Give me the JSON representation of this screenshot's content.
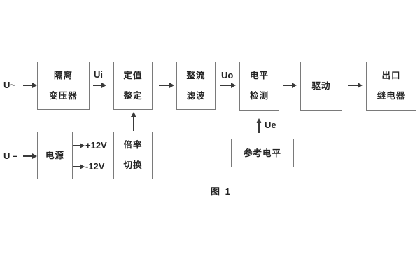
{
  "figure": {
    "caption": "图 1",
    "ac_input_label": "U~",
    "dc_input_label": "U –",
    "signals": {
      "ui": "Ui",
      "uo": "Uo",
      "ue": "Ue"
    },
    "power_rails": {
      "positive": "+12V",
      "negative": "-12V"
    },
    "blocks": {
      "isolation_transformer": {
        "line1": "隔离",
        "line2": "变压器"
      },
      "value_setting": {
        "line1": "定值",
        "line2": "整定"
      },
      "rectify_filter": {
        "line1": "整流",
        "line2": "滤波"
      },
      "level_detect": {
        "line1": "电平",
        "line2": "检测"
      },
      "drive": {
        "line1": "驱动"
      },
      "output_relay": {
        "line1": "出口",
        "line2": "继电器"
      },
      "power_supply": {
        "line1": "电源"
      },
      "ratio_switch": {
        "line1": "倍率",
        "line2": "切换"
      },
      "reference_level": {
        "line1": "参考电平"
      }
    }
  }
}
